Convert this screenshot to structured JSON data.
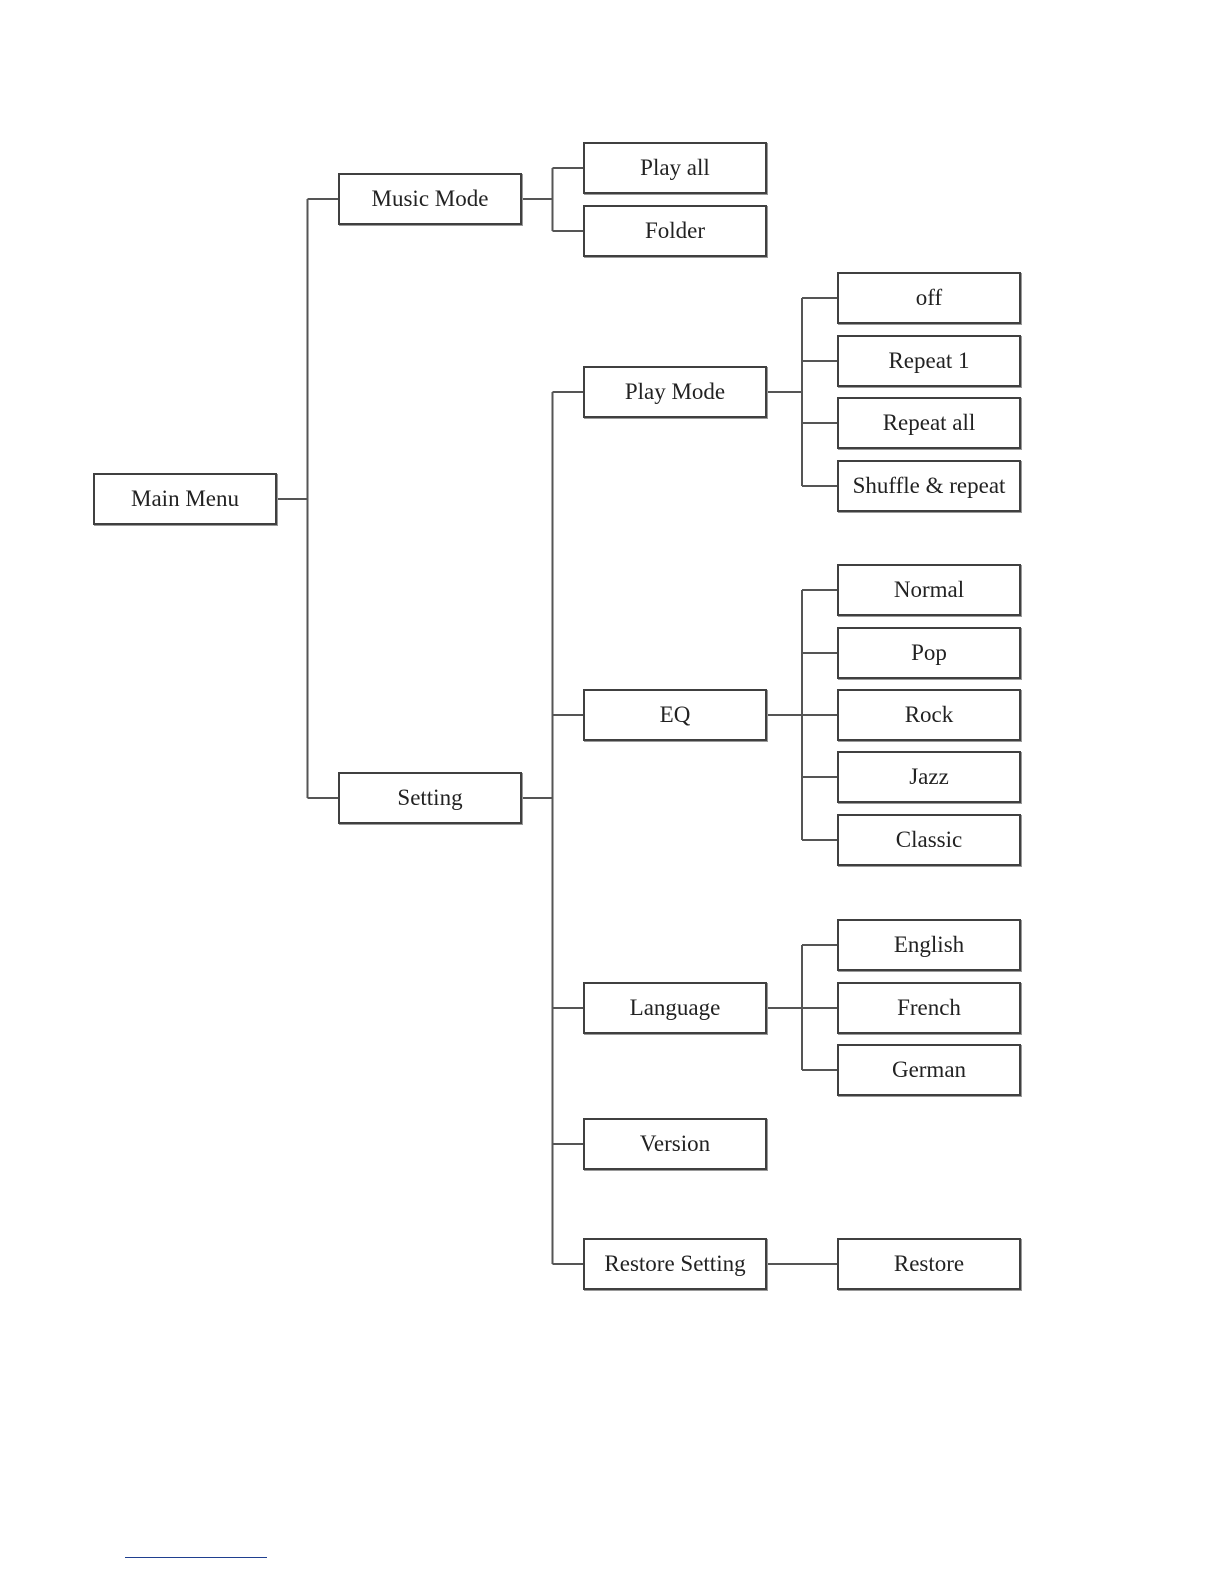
{
  "menu": {
    "label": "Main Menu",
    "children": [
      {
        "label": "Music Mode",
        "children": [
          {
            "label": "Play all"
          },
          {
            "label": "Folder"
          }
        ]
      },
      {
        "label": "Setting",
        "children": [
          {
            "label": "Play Mode",
            "children": [
              {
                "label": "off"
              },
              {
                "label": "Repeat 1"
              },
              {
                "label": "Repeat all"
              },
              {
                "label": "Shuffle & repeat"
              }
            ]
          },
          {
            "label": "EQ",
            "children": [
              {
                "label": "Normal"
              },
              {
                "label": "Pop"
              },
              {
                "label": "Rock"
              },
              {
                "label": "Jazz"
              },
              {
                "label": "Classic"
              }
            ]
          },
          {
            "label": "Language",
            "children": [
              {
                "label": "English"
              },
              {
                "label": "French"
              },
              {
                "label": "German"
              }
            ]
          },
          {
            "label": "Version"
          },
          {
            "label": "Restore Setting",
            "children": [
              {
                "label": "Restore"
              }
            ]
          }
        ]
      }
    ]
  }
}
